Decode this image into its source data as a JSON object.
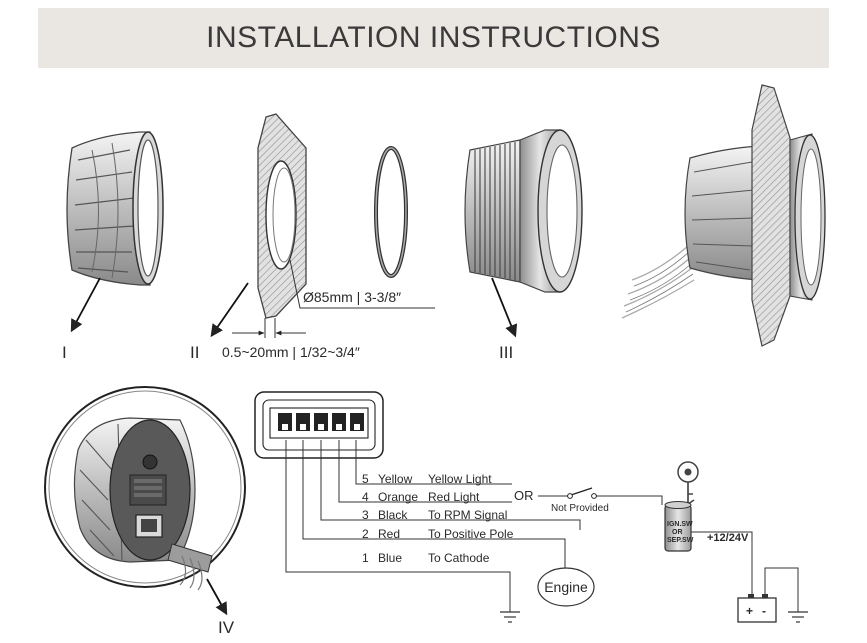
{
  "header": {
    "title": "INSTALLATION INSTRUCTIONS"
  },
  "parts": {
    "roman_1": "I",
    "roman_2": "II",
    "roman_3": "III",
    "roman_4": "IV"
  },
  "dimensions": {
    "diameter": "Ø85mm | 3-3/8″",
    "thickness": "0.5~20mm | 1/32~3/4″"
  },
  "wiring": {
    "wires": [
      {
        "num": "5",
        "color": "Yellow",
        "function": "Yellow Light"
      },
      {
        "num": "4",
        "color": "Orange",
        "function": "Red Light"
      },
      {
        "num": "3",
        "color": "Black",
        "function": "To RPM Signal"
      },
      {
        "num": "2",
        "color": "Red",
        "function": "To Positive Pole"
      },
      {
        "num": "1",
        "color": "Blue",
        "function": "To Cathode"
      }
    ],
    "or_label": "OR",
    "not_provided": "Not Provided",
    "switch_lines": [
      "IGN.SW",
      "OR",
      "SEP.SW"
    ],
    "voltage": "+12/24V",
    "engine": "Engine",
    "battery_plus": "+",
    "battery_minus": "-"
  }
}
